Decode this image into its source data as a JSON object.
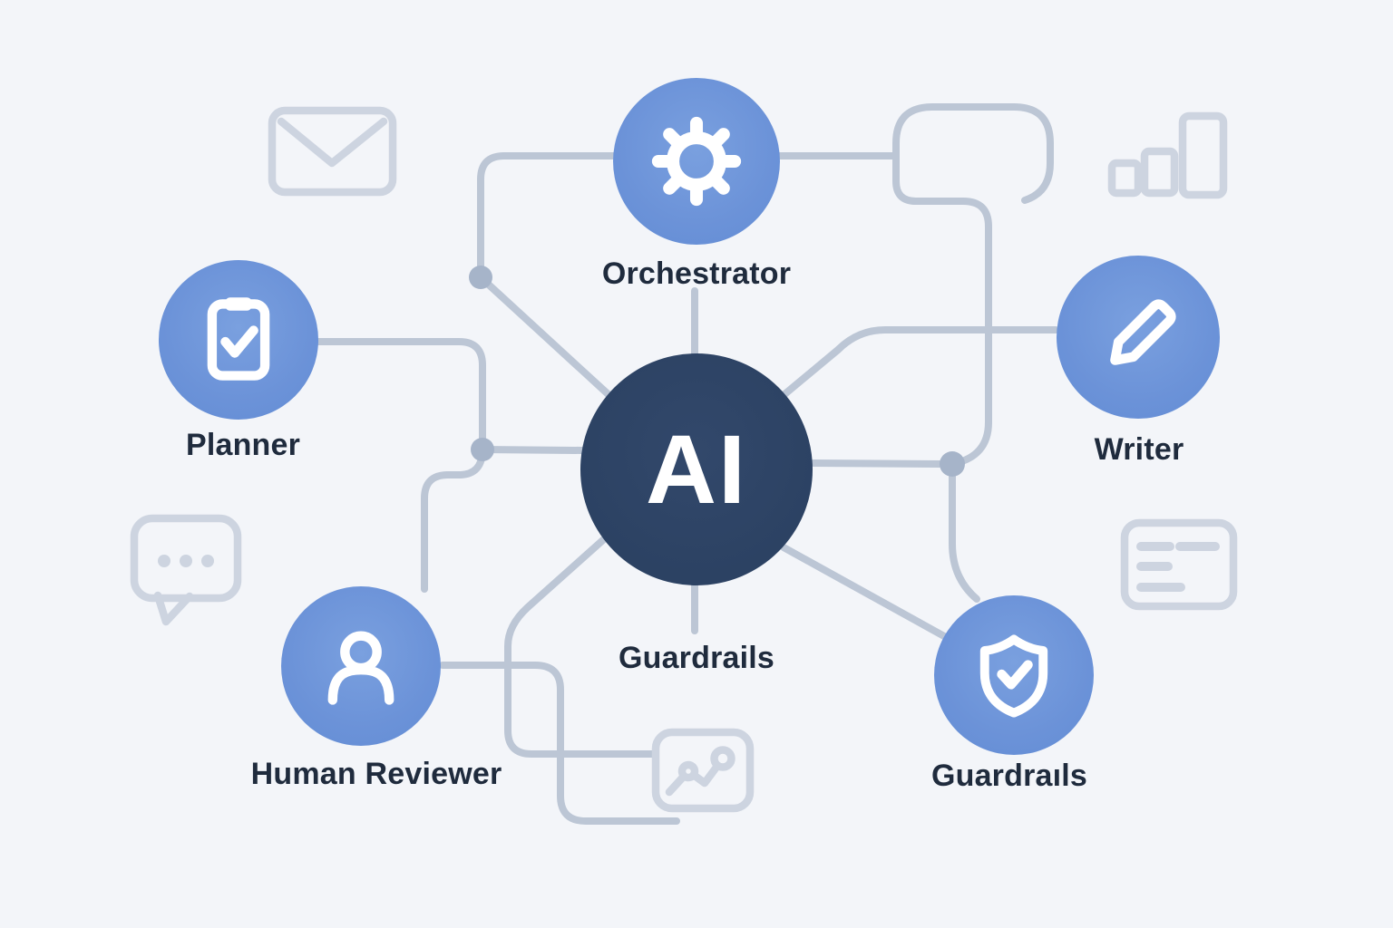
{
  "diagram_title": "",
  "center_node": {
    "label": "AI"
  },
  "nodes": [
    {
      "id": "orchestrator",
      "label": "Orchestrator",
      "icon": "gear-icon"
    },
    {
      "id": "planner",
      "label": "Planner",
      "icon": "clipboard-check-icon"
    },
    {
      "id": "writer",
      "label": "Writer",
      "icon": "pencil-icon"
    },
    {
      "id": "human-reviewer",
      "label": "Human Reviewer",
      "icon": "user-icon"
    },
    {
      "id": "guardrails",
      "label": "Guardraıls",
      "icon": "shield-check-icon"
    }
  ],
  "floating_label": {
    "text": "Guardrails"
  },
  "decorative_icons": [
    "envelope-icon",
    "bar-chart-icon",
    "speech-bubble-icon",
    "document-lines-icon",
    "trend-chart-icon"
  ],
  "colors": {
    "background": "#f3f5f9",
    "node_blue": "#6b92d8",
    "node_navy": "#2c4263",
    "connector": "#bcc6d5",
    "junction_dot": "#a6b4c9",
    "decorative_icon": "#cdd4e0",
    "label_text": "#1f2b3d",
    "icon_stroke": "#ffffff"
  }
}
